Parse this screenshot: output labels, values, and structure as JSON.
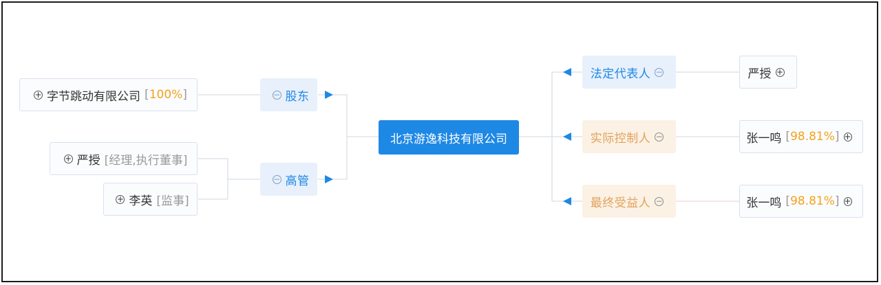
{
  "center": {
    "label": "北京游逸科技有限公司"
  },
  "left": {
    "shareholder": {
      "category": "股东",
      "company": "字节跳动有限公司",
      "share_open": "[",
      "share": "100%",
      "share_close": "]"
    },
    "management": {
      "category": "高管",
      "people": [
        {
          "name": "严授",
          "role": "[经理,执行董事]"
        },
        {
          "name": "李英",
          "role": "[监事]"
        }
      ]
    }
  },
  "right": {
    "legal_rep": {
      "category": "法定代表人",
      "person": "严授"
    },
    "controller": {
      "category": "实际控制人",
      "person": "张一鸣",
      "pct_open": "[",
      "pct": "98.81%",
      "pct_close": "]"
    },
    "beneficiary": {
      "category": "最终受益人",
      "person": "张一鸣",
      "pct_open": "[",
      "pct": "98.81%",
      "pct_close": "]"
    }
  },
  "icons": {
    "expand": "plus-circle-icon",
    "collapse": "minus-circle-icon",
    "arrow": "arrow-left-icon"
  },
  "colors": {
    "center_fill": "#1e88e5",
    "blue_text": "#1e88e5",
    "tan_text": "#e2a25c",
    "percent": "#f4a11d",
    "arrow": "#1e88e5"
  }
}
